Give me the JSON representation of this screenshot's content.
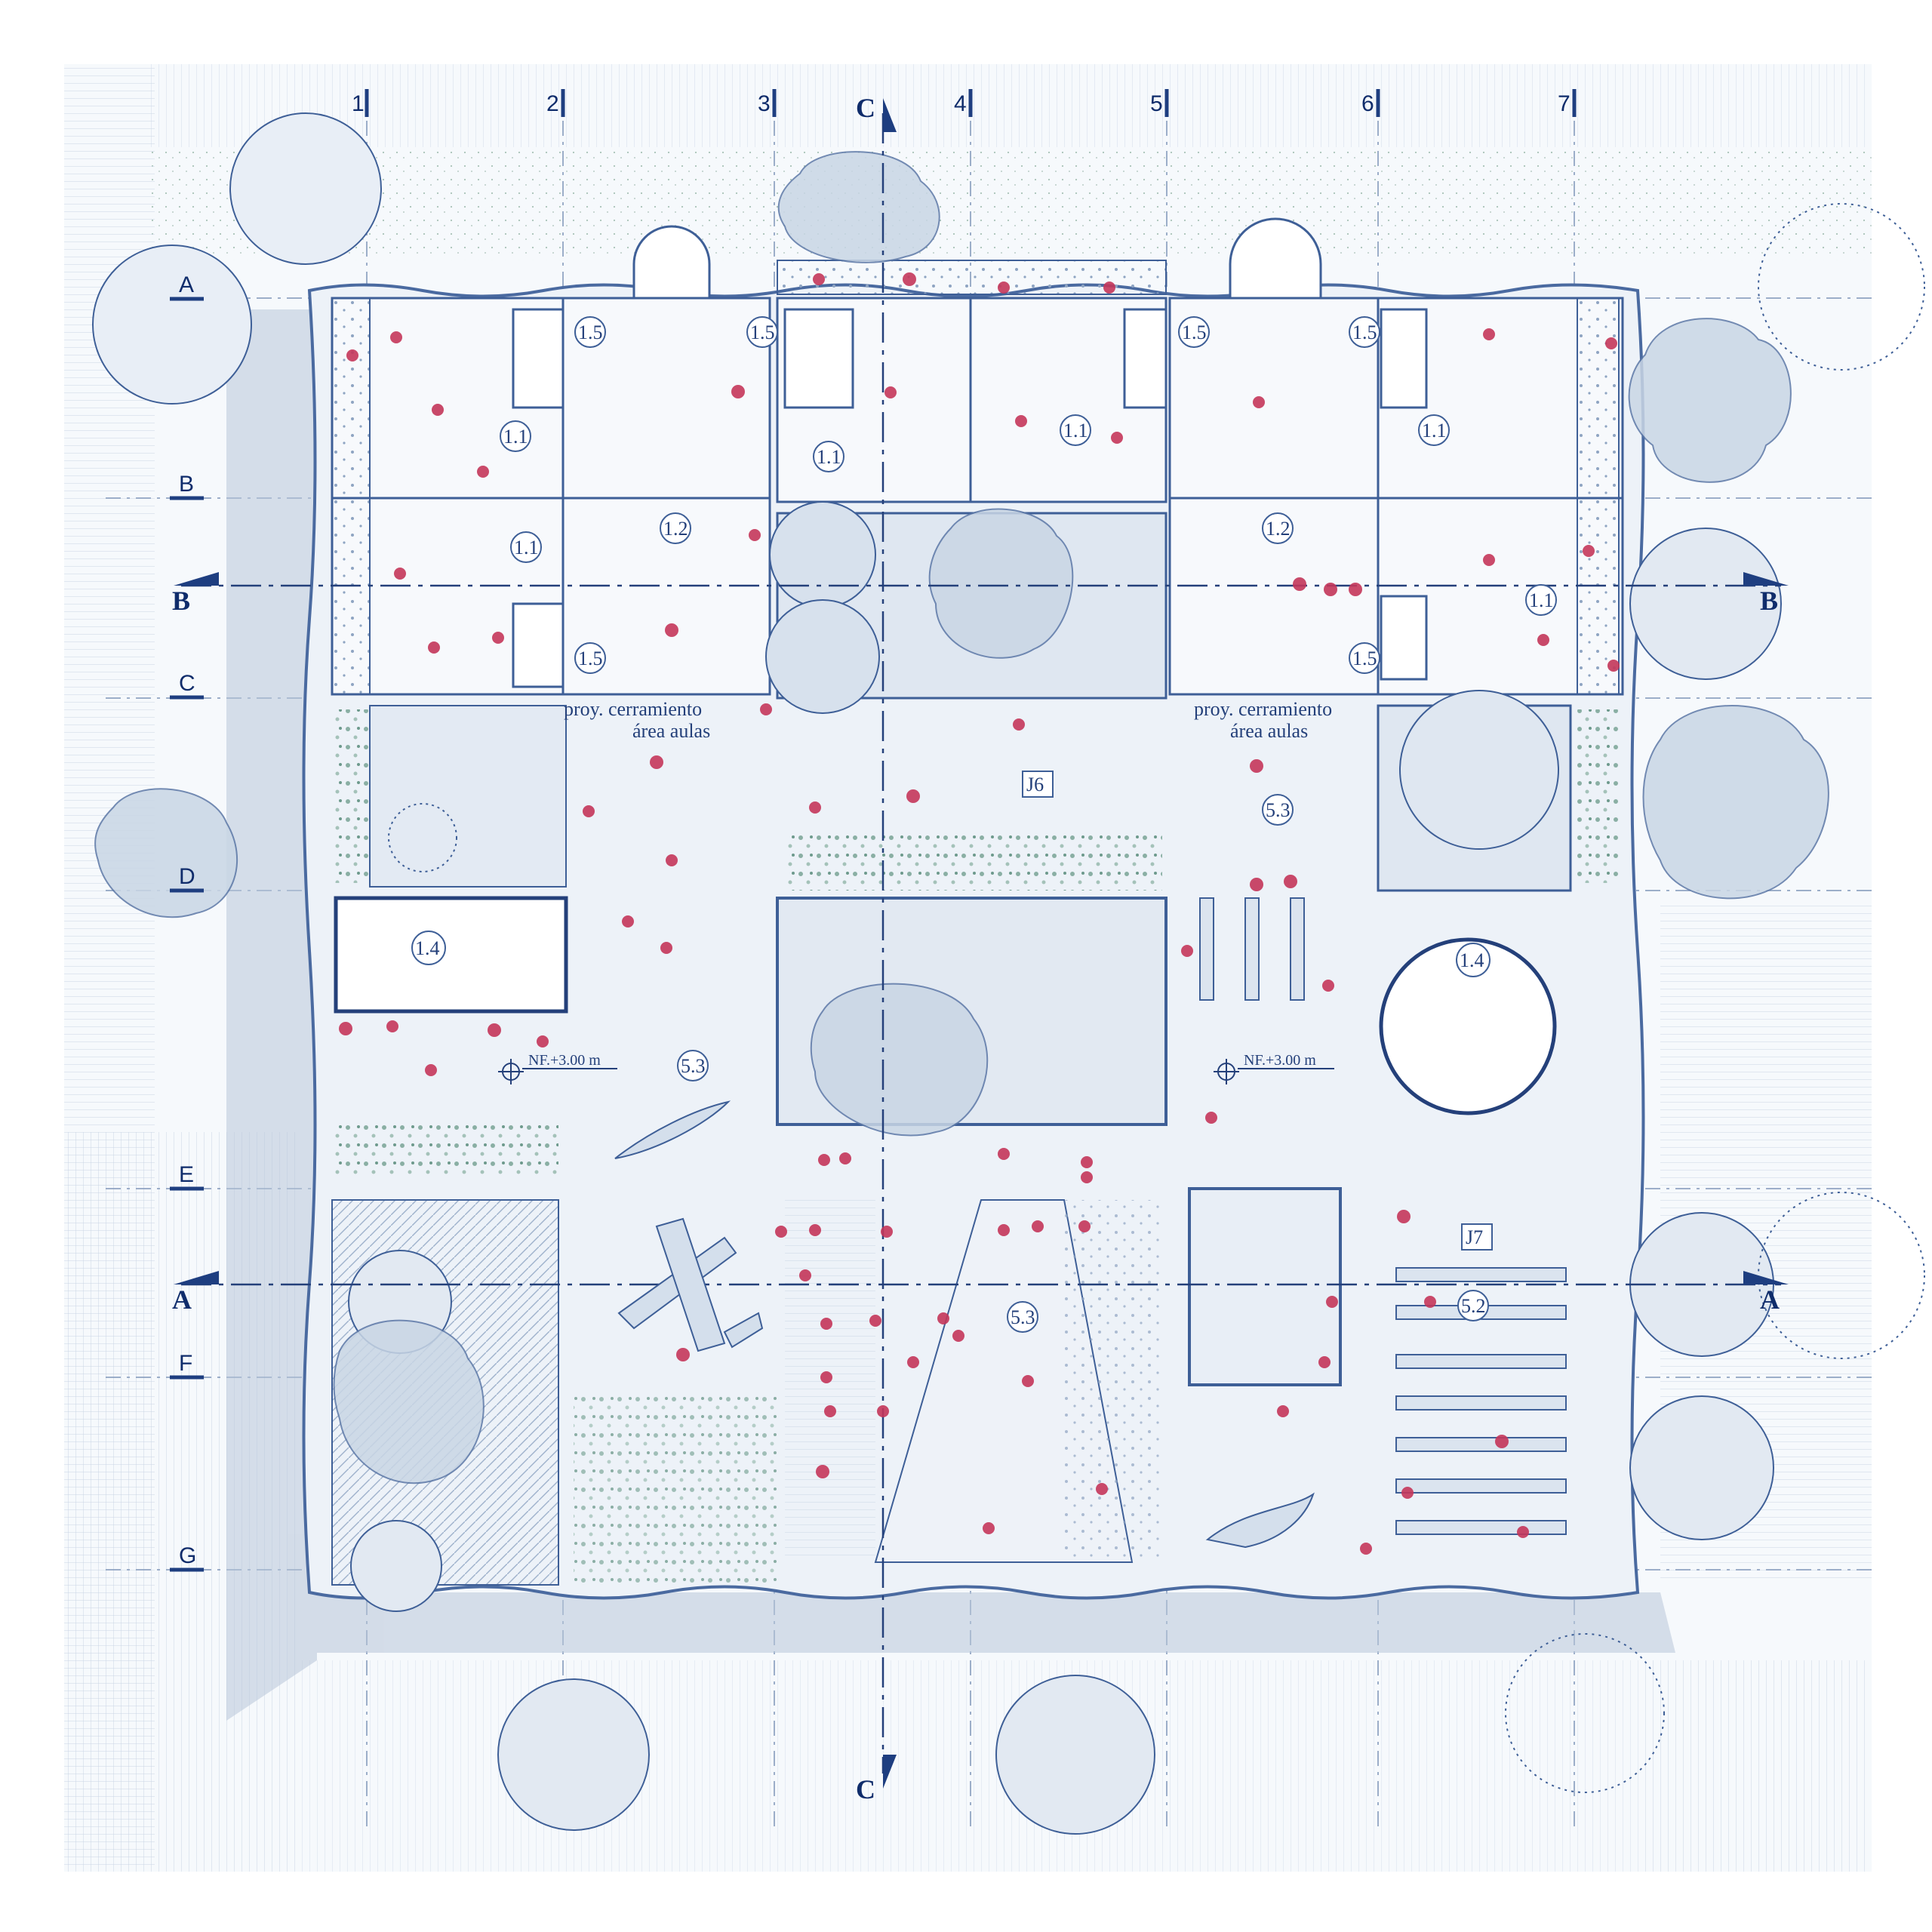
{
  "grid_columns": [
    "1",
    "2",
    "3",
    "4",
    "5",
    "6",
    "7"
  ],
  "grid_rows": [
    "A",
    "B",
    "C",
    "D",
    "E",
    "F",
    "G"
  ],
  "sections": {
    "a": "A",
    "b": "B",
    "c": "C"
  },
  "rooms": {
    "r11a": "1.1",
    "r11b": "1.1",
    "r11c": "1.1",
    "r11d": "1.1",
    "r11e": "1.1",
    "r11f": "1.1",
    "r12a": "1.2",
    "r12b": "1.2",
    "r14a": "1.4",
    "r14b": "1.4",
    "r15a": "1.5",
    "r15b": "1.5",
    "r15c": "1.5",
    "r15d": "1.5",
    "r15e": "1.5",
    "r15f": "1.5",
    "r52": "5.2",
    "r53a": "5.3",
    "r53b": "5.3",
    "r53c": "5.3"
  },
  "zones": {
    "j6": "J6",
    "j7": "J7"
  },
  "notes": {
    "enclosure_line1": "proy. cerramiento",
    "enclosure_line2": "área aulas",
    "level": "NF.+3.00 m"
  },
  "colors": {
    "ink": "#24407a",
    "dark": "#0f2c6b",
    "shadow": "#b8c6d8",
    "floor": "#e9eff6",
    "green": "#6f9c8e",
    "people": "#c4365a"
  }
}
